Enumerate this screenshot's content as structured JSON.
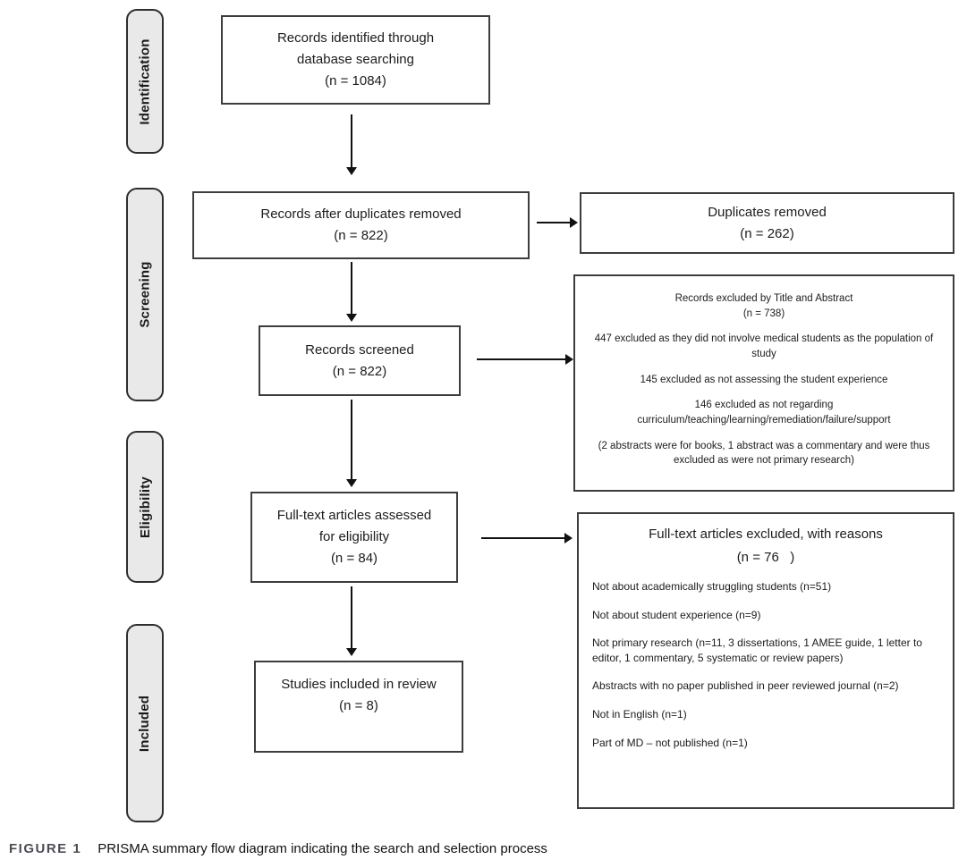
{
  "figure": {
    "caption_label": "FIGURE 1",
    "caption_text": "PRISMA summary flow diagram indicating the search and selection process"
  },
  "stages": [
    {
      "label": "Identification"
    },
    {
      "label": "Screening"
    },
    {
      "label": "Eligibility"
    },
    {
      "label": "Included"
    }
  ],
  "flow_boxes": {
    "identified": {
      "lines": [
        "Records identified through",
        "database searching",
        "(n = 1084)"
      ]
    },
    "after_duplicates": {
      "lines": [
        "Records after duplicates removed",
        "(n = 822)"
      ]
    },
    "screened": {
      "lines": [
        "Records screened",
        "(n = 822)"
      ]
    },
    "fulltext_assessed": {
      "lines": [
        "Full-text articles assessed",
        "for eligibility",
        "(n = 84)"
      ]
    },
    "included": {
      "lines": [
        "Studies included in review",
        "(n = 8)"
      ]
    }
  },
  "side_boxes": {
    "duplicates_removed": {
      "lines": [
        "Duplicates removed",
        "(n = 262)"
      ]
    },
    "records_excluded": {
      "heading_line1": "Records excluded by Title and Abstract",
      "heading_line2": "(n = 738)",
      "paragraphs": [
        "447 excluded as they did not involve medical students as the population of study",
        "145 excluded as not assessing the student experience",
        "146 excluded as not regarding curriculum/teaching/learning/remediation/failure/support",
        "(2 abstracts were for books, 1 abstract was a commentary and were thus excluded as were not primary research)"
      ]
    },
    "fulltext_excluded": {
      "heading_line1": "Full-text articles excluded, with reasons",
      "heading_line2": "(n = 76   )",
      "paragraphs": [
        "Not about academically struggling students (n=51)",
        "Not about student experience (n=9)",
        "Not primary research (n=11, 3 dissertations, 1 AMEE guide, 1 letter to editor, 1 commentary, 5 systematic or review papers)",
        "Abstracts with no paper published in peer reviewed journal (n=2)",
        "Not in English (n=1)",
        "Part of MD – not published (n=1)"
      ]
    }
  },
  "colors": {
    "stage_fill": "#e9e9e9",
    "box_border": "#3d3d3d",
    "caption_label_color": "#4c4c55"
  }
}
